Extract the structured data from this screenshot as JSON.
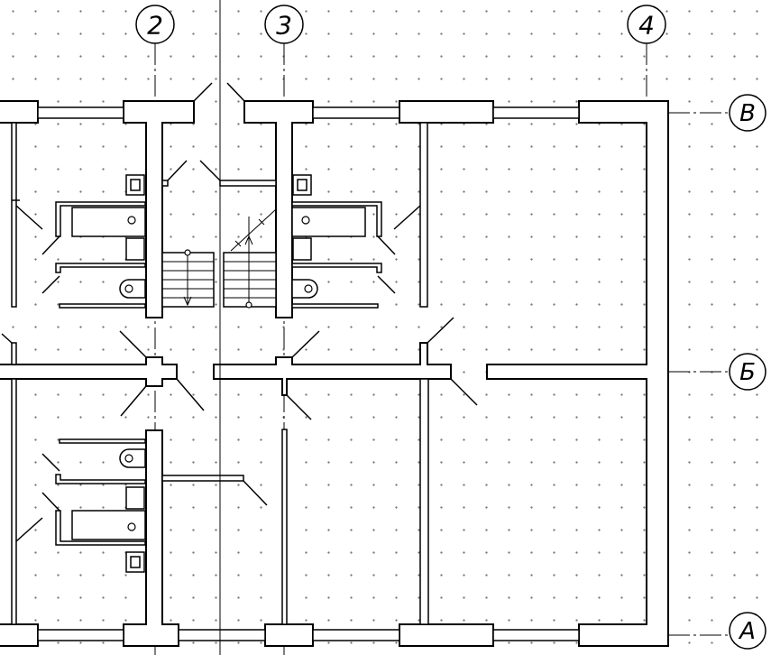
{
  "axes": {
    "columns": [
      {
        "label": "2"
      },
      {
        "label": "3"
      },
      {
        "label": "4"
      }
    ],
    "rows": [
      {
        "label": "В"
      },
      {
        "label": "Б"
      },
      {
        "label": "А"
      }
    ]
  },
  "colors": {
    "line": "#000000",
    "background": "#ffffff",
    "grid_dot": "#7a7a7a"
  }
}
